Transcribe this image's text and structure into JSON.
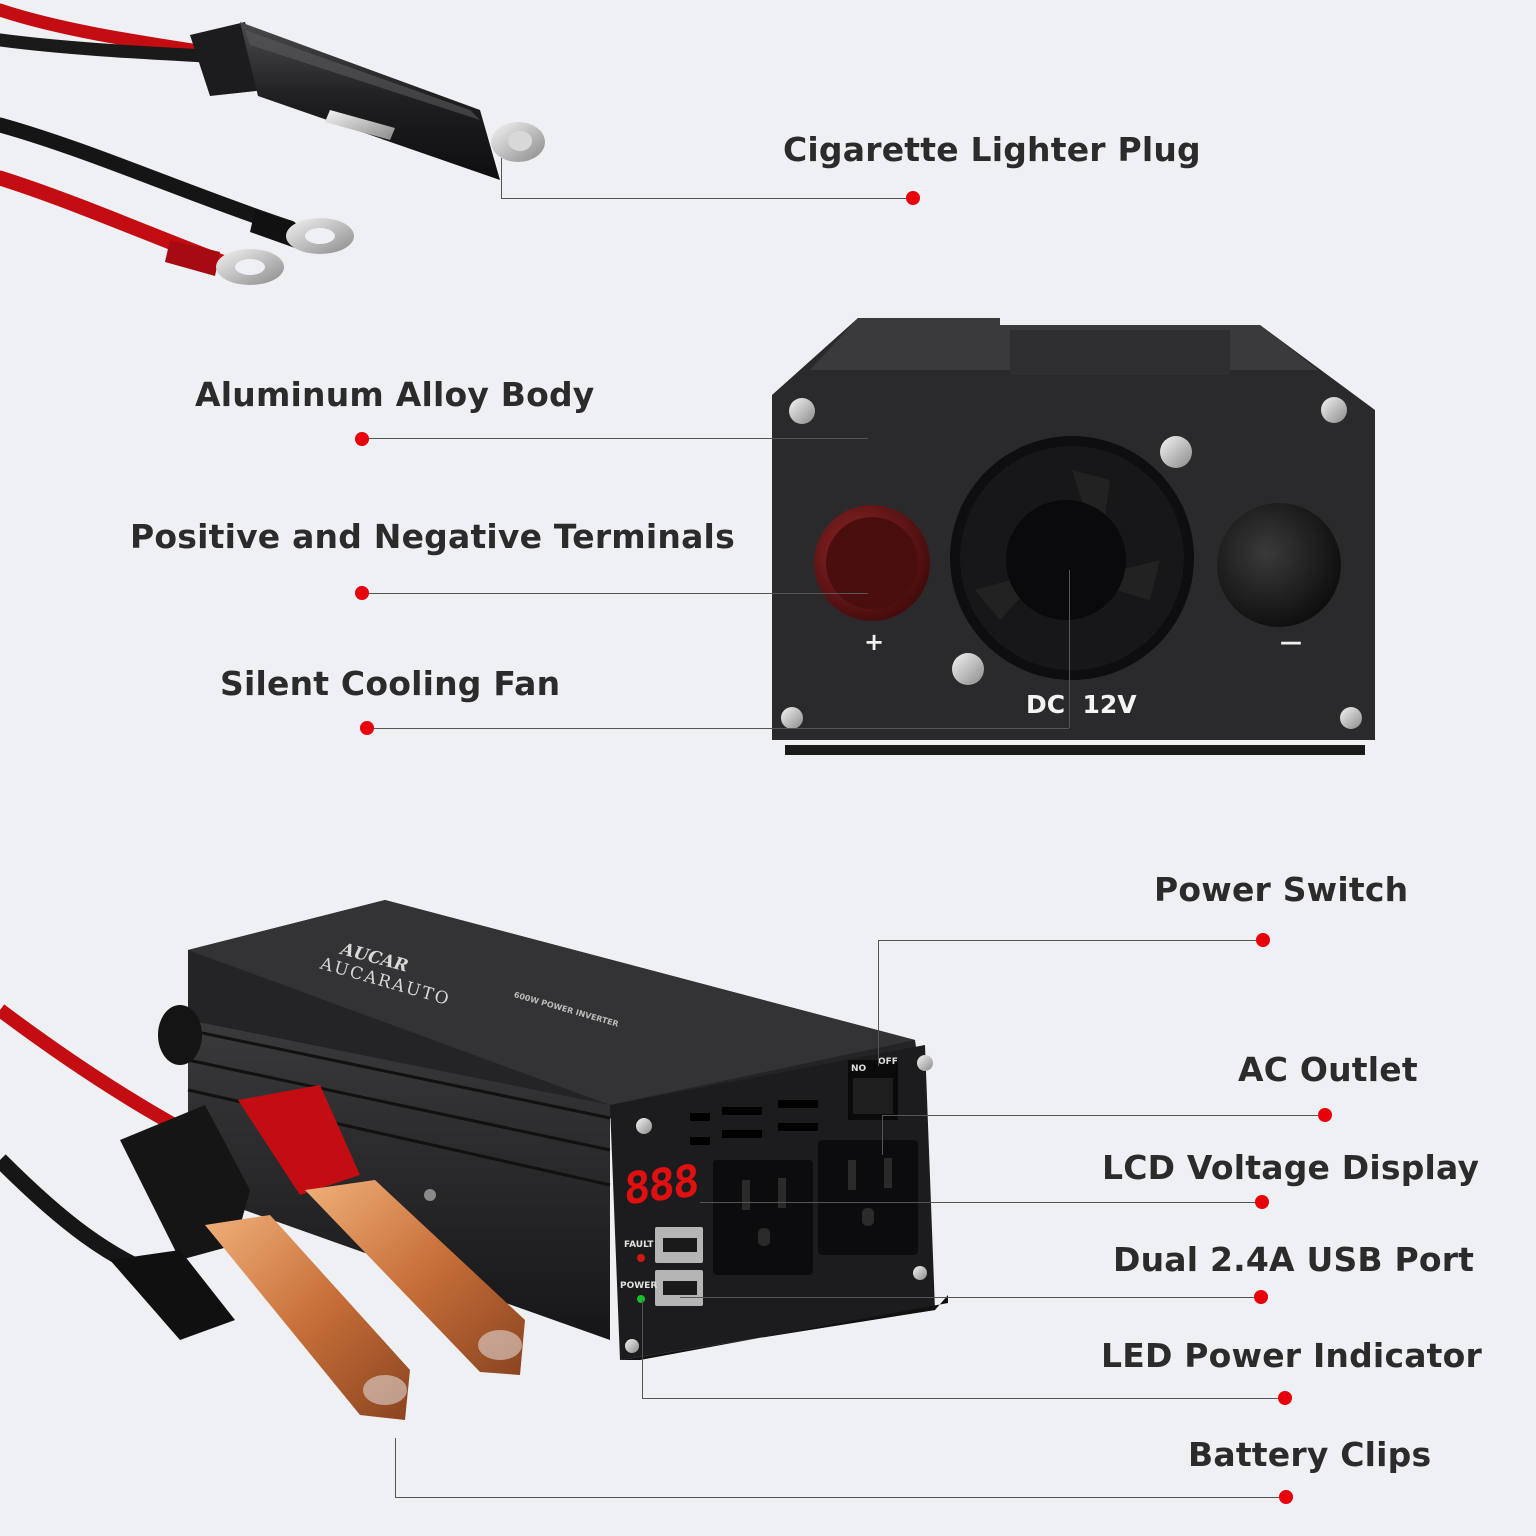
{
  "callouts": {
    "cigarette_lighter_plug": "Cigarette Lighter Plug",
    "aluminum_alloy_body": "Aluminum Alloy Body",
    "positive_negative_terminals": "Positive and Negative Terminals",
    "silent_cooling_fan": "Silent Cooling Fan",
    "power_switch": "Power Switch",
    "ac_outlet": "AC Outlet",
    "lcd_voltage_display": "LCD Voltage Display",
    "dual_usb_port": "Dual 2.4A USB Port",
    "led_power_indicator": "LED Power Indicator",
    "battery_clips": "Battery Clips"
  },
  "rear_panel": {
    "plus": "+",
    "minus": "—",
    "dc_label": "DC  12V"
  },
  "front_panel": {
    "brand": "AUCARAUTO",
    "logo_text": "AUCAR",
    "model": "600W POWER INVERTER",
    "display_digits": "888",
    "switch_on": "NO",
    "switch_off": "OFF",
    "fault_label": "FAULT",
    "power_label": "POWER"
  },
  "colors": {
    "accent_dot": "#e8000b",
    "background": "#eef0f4",
    "body": "#2a2a2c",
    "display_red": "#e01010",
    "cable_red": "#c40d12"
  }
}
